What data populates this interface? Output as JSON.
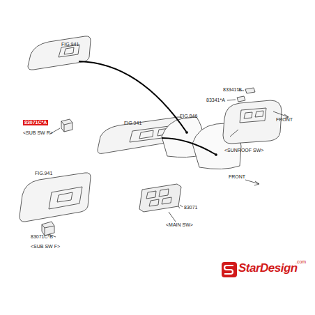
{
  "diagram": {
    "labels": [
      "FIG.941",
      "83341*B",
      "83341*A",
      "FRONT",
      "FIG.846",
      "83071C*A",
      "<SUB SW R>",
      "FIG.941",
      "<SUNROOF SW>",
      "FRONT",
      "FIG.941",
      "83071",
      "<MAIN SW>",
      "83071C*B",
      "<SUB SW F>",
      "StarDesign",
      ".com"
    ]
  }
}
